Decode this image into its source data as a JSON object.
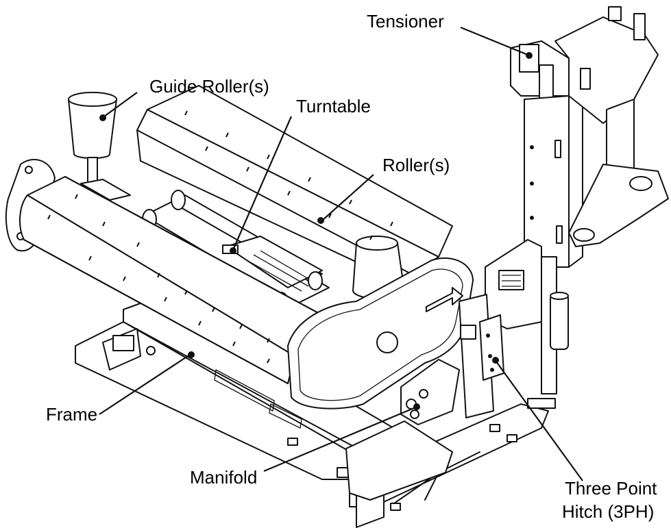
{
  "diagram": {
    "labels": {
      "tensioner": "Tensioner",
      "guide_rollers": "Guide Roller(s)",
      "turntable": "Turntable",
      "rollers": "Roller(s)",
      "frame": "Frame",
      "manifold": "Manifold",
      "three_point_line1": "Three Point",
      "three_point_line2": "Hitch (3PH)"
    },
    "colors": {
      "ink": "#111111",
      "background": "#ffffff"
    }
  }
}
